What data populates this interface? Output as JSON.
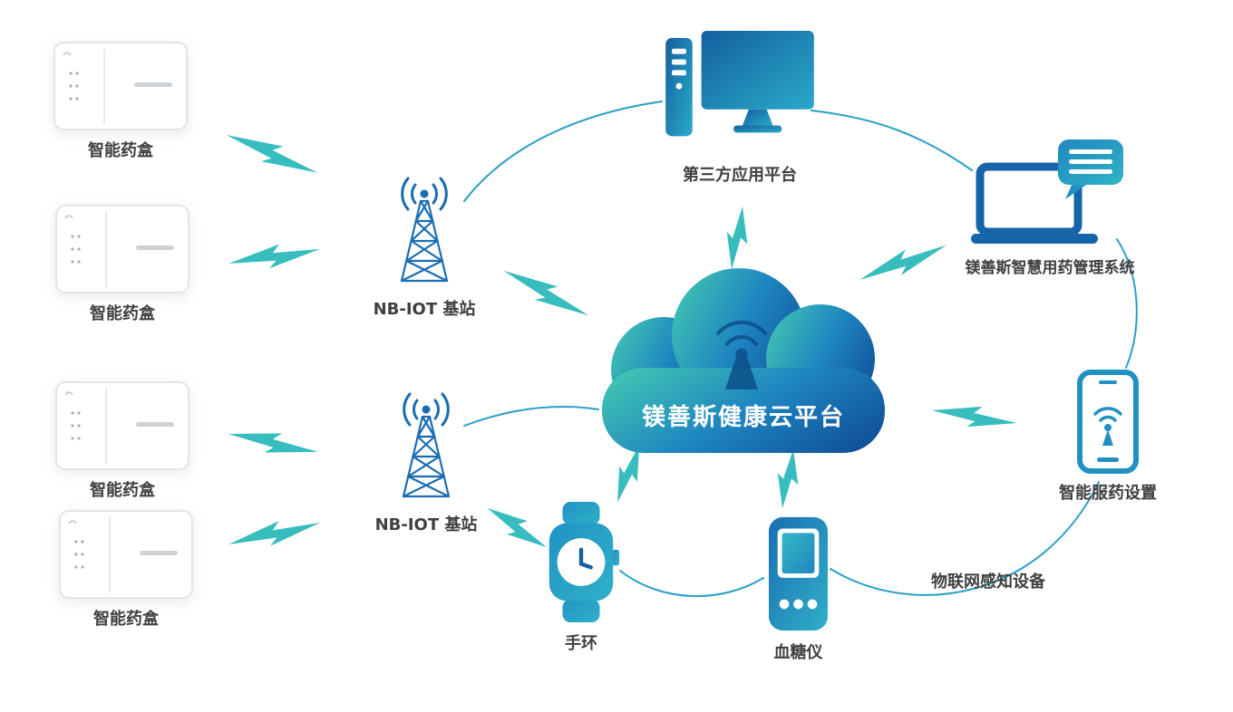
{
  "diagram": {
    "nodes": {
      "pillbox1": {
        "label": "智能药盒"
      },
      "pillbox2": {
        "label": "智能药盒"
      },
      "pillbox3": {
        "label": "智能药盒"
      },
      "pillbox4": {
        "label": "智能药盒"
      },
      "tower1": {
        "label": "NB-IOT 基站"
      },
      "tower2": {
        "label": "NB-IOT 基站"
      },
      "third_party_platform": {
        "label": "第三方应用平台"
      },
      "management_system": {
        "label": "镁善斯智慧用药管理系统"
      },
      "cloud_platform": {
        "label": "镁善斯健康云平台"
      },
      "medication_settings": {
        "label": "智能服药设置"
      },
      "wristband": {
        "label": "手环"
      },
      "glucose_meter": {
        "label": "血糖仪"
      },
      "iot_devices_caption": {
        "label": "物联网感知设备"
      }
    },
    "colors": {
      "primary_blue": "#1565a8",
      "deep_blue": "#11529b",
      "mid_blue": "#1f86c0",
      "teal": "#38bdbf",
      "cloud_text": "#ffffff",
      "label_text": "#404040",
      "background": "#ffffff"
    }
  }
}
